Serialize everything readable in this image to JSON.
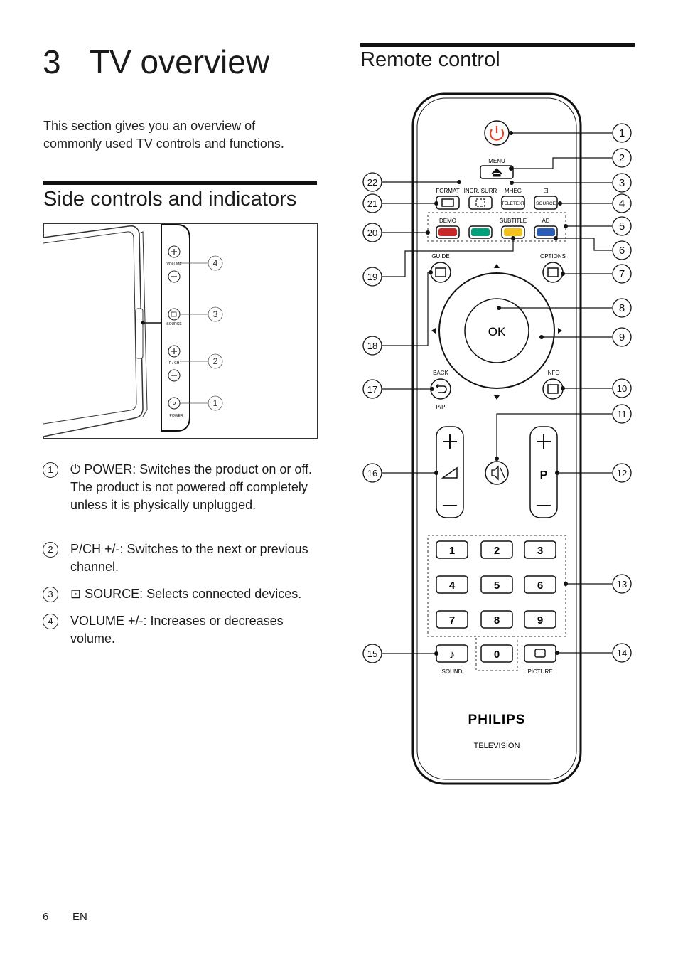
{
  "chapter": {
    "number": "3",
    "title": "TV overview"
  },
  "intro": "This section gives you an overview of commonly used TV controls and functions.",
  "side_section": {
    "title": "Side controls and indicators",
    "panel_labels": {
      "volume": "VOLUME",
      "source": "SOURCE",
      "pch": "P / CH",
      "power": "POWER"
    },
    "callouts": [
      "4",
      "3",
      "2",
      "1"
    ],
    "items": [
      {
        "num": "1",
        "text": "POWER: Switches the product on or off. The product is not powered off completely unless it is physically unplugged."
      },
      {
        "num": "2",
        "text": "P/CH +/-: Switches to the next or previous channel."
      },
      {
        "num": "3",
        "text": "SOURCE: Selects connected devices."
      },
      {
        "num": "4",
        "text": "VOLUME +/-: Increases or decreases volume."
      }
    ]
  },
  "remote_section": {
    "title": "Remote control",
    "labels": {
      "menu": "MENU",
      "format": "FORMAT",
      "incr_surr": "INCR. SURR",
      "mheg": "MHEG",
      "teletext": "TELETEXT",
      "source": "SOURCE",
      "demo": "DEMO",
      "subtitle": "SUBTITLE",
      "ad": "AD",
      "guide": "GUIDE",
      "options": "OPTIONS",
      "ok": "OK",
      "back": "BACK",
      "info": "INFO",
      "pp": "P/P",
      "p": "P",
      "sound": "SOUND",
      "picture": "PICTURE",
      "brand": "PHILIPS",
      "television": "TELEVISION"
    },
    "keypad": [
      "1",
      "2",
      "3",
      "4",
      "5",
      "6",
      "7",
      "8",
      "9",
      "0"
    ],
    "callouts_right": [
      "1",
      "2",
      "3",
      "4",
      "5",
      "6",
      "7",
      "8",
      "9",
      "10",
      "11",
      "12",
      "13",
      "14"
    ],
    "callouts_left": [
      "22",
      "21",
      "20",
      "19",
      "18",
      "17",
      "16",
      "15"
    ],
    "colors": {
      "power": "#e8462c",
      "red": "#c8282a",
      "green": "#00a07a",
      "yellow": "#f2c21b",
      "blue": "#2c5cb4"
    }
  },
  "footer": {
    "page": "6",
    "lang": "EN"
  }
}
